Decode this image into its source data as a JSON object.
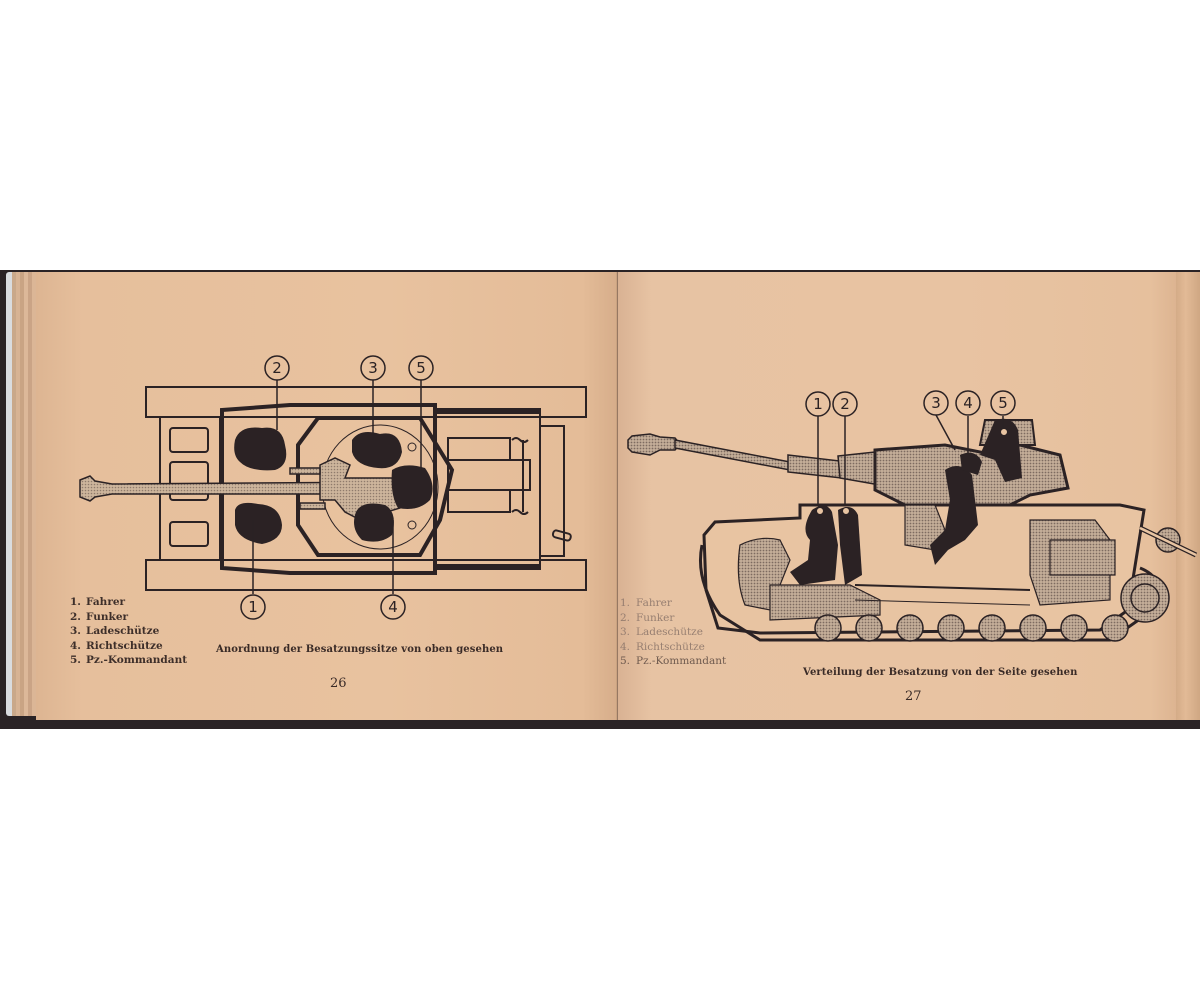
{
  "book": {
    "left_page": {
      "page_number": "26",
      "caption": "Anordnung der Besatzungssitze von oben gesehen",
      "diagram": "tank-top-view",
      "callouts": [
        "1",
        "2",
        "3",
        "4",
        "5"
      ],
      "legend": [
        {
          "num": "1.",
          "label": "Fahrer"
        },
        {
          "num": "2.",
          "label": "Funker"
        },
        {
          "num": "3.",
          "label": "Ladeschütze"
        },
        {
          "num": "4.",
          "label": "Richtschütze"
        },
        {
          "num": "5.",
          "label": "Pz.-Kommandant"
        }
      ]
    },
    "right_page": {
      "page_number": "27",
      "caption": "Verteilung der Besatzung von der Seite gesehen",
      "diagram": "tank-side-view",
      "callouts": [
        "1",
        "2",
        "3",
        "4",
        "5"
      ],
      "legend": [
        {
          "num": "1.",
          "label": "Fahrer"
        },
        {
          "num": "2.",
          "label": "Funker"
        },
        {
          "num": "3.",
          "label": "Ladeschütze"
        },
        {
          "num": "4.",
          "label": "Richtschütze"
        },
        {
          "num": "5.",
          "label": "Pz.-Kommandant"
        }
      ]
    }
  },
  "colors": {
    "paper": "#e6bf9b",
    "ink": "#2b2224",
    "hatch": "#b8a38f",
    "background": "#ffffff"
  }
}
